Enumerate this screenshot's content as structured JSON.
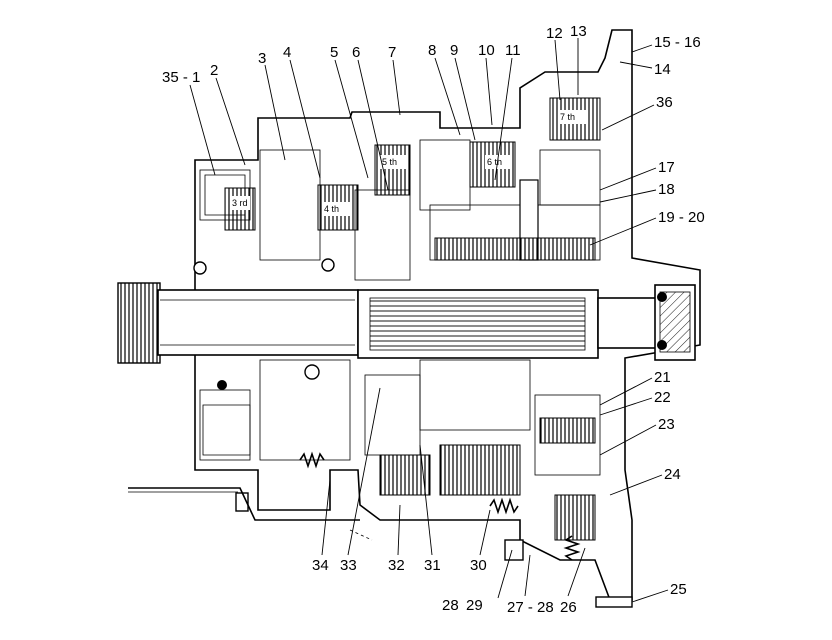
{
  "callouts": [
    {
      "id": "c35-1",
      "text": "35 - 1"
    },
    {
      "id": "c2",
      "text": "2"
    },
    {
      "id": "c3",
      "text": "3"
    },
    {
      "id": "c4",
      "text": "4"
    },
    {
      "id": "c5",
      "text": "5"
    },
    {
      "id": "c6",
      "text": "6"
    },
    {
      "id": "c7",
      "text": "7"
    },
    {
      "id": "c8",
      "text": "8"
    },
    {
      "id": "c9",
      "text": "9"
    },
    {
      "id": "c10",
      "text": "10"
    },
    {
      "id": "c11",
      "text": "11"
    },
    {
      "id": "c12",
      "text": "12"
    },
    {
      "id": "c13",
      "text": "13"
    },
    {
      "id": "c15-16",
      "text": "15 - 16"
    },
    {
      "id": "c14",
      "text": "14"
    },
    {
      "id": "c36",
      "text": "36"
    },
    {
      "id": "c17",
      "text": "17"
    },
    {
      "id": "c18",
      "text": "18"
    },
    {
      "id": "c19-20",
      "text": "19 - 20"
    },
    {
      "id": "c21",
      "text": "21"
    },
    {
      "id": "c22",
      "text": "22"
    },
    {
      "id": "c23",
      "text": "23"
    },
    {
      "id": "c24",
      "text": "24"
    },
    {
      "id": "c25",
      "text": "25"
    },
    {
      "id": "c26",
      "text": "26"
    },
    {
      "id": "c27-28",
      "text": "27 - 28"
    },
    {
      "id": "c28",
      "text": "28"
    },
    {
      "id": "c29",
      "text": "29"
    },
    {
      "id": "c30",
      "text": "30"
    },
    {
      "id": "c31",
      "text": "31"
    },
    {
      "id": "c32",
      "text": "32"
    },
    {
      "id": "c33",
      "text": "33"
    },
    {
      "id": "c34",
      "text": "34"
    }
  ],
  "pack_labels": {
    "third": "3 rd",
    "fourth": "4 th",
    "fifth": "5 th",
    "sixth": "6 th",
    "seventh": "7 th"
  }
}
